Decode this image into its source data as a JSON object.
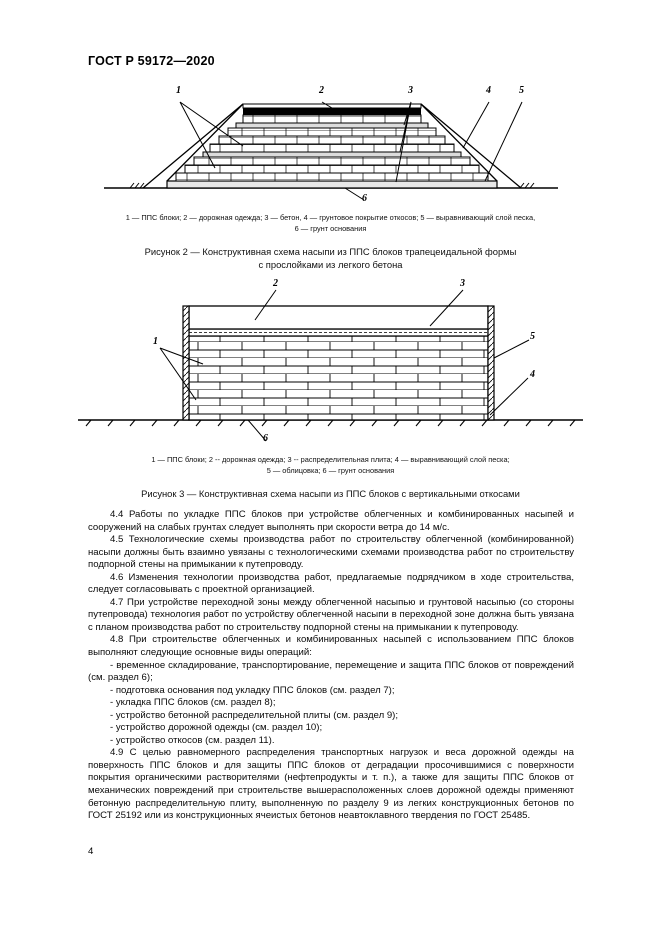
{
  "document": {
    "standard_header": "ГОСТ Р 59172—2020",
    "page_number": "4"
  },
  "figure1": {
    "legend_line1": "1  —  ППС блоки; 2 — дорожная одежда; 3 — бетон, 4 — грунтовое покрытие откосов; 5 —  выравнивающий слой песка,",
    "legend_line2": "6 — грунт основания",
    "caption_line1": "Рисунок 2 — Конструктивная схема насыпи из ППС блоков трапецеидальной формы",
    "caption_line2": "с прослойками из легкого бетона",
    "callouts": [
      "1",
      "2",
      "3",
      "4",
      "5",
      "6"
    ]
  },
  "figure2": {
    "legend_line1": "1  —  ППС блоки; 2 -- дорожная одежда; 3 --  распределительная плита; 4 — выравнивающий слой песка;",
    "legend_line2": "5 — облицовка; 6  — грунт основания",
    "caption_line1": "Рисунок 3 — Конструктивная схема насыпи из ППС блоков с вертикальными откосами",
    "callouts": [
      "1",
      "2",
      "3",
      "4",
      "5",
      "6"
    ]
  },
  "body": {
    "p44": "4.4  Работы по укладке ППС блоков при устройстве облегченных и комбинированных насыпей и сооружений на слабых грунтах следует выполнять при скорости ветра до 14 м/с.",
    "p45": "4.5  Технологические схемы производства работ по строительству облегченной (комбинированной) насыпи должны быть взаимно увязаны с технологическими схемами производства работ по строительству подпорной стены на примыкании к путепроводу.",
    "p46": "4.6  Изменения технологии производства работ, предлагаемые подрядчиком в ходе строительства, следует согласовывать с проектной организацией.",
    "p47": "4.7  При устройстве переходной зоны между облегченной насыпью и грунтовой насыпью (со стороны путепровода) технология работ по устройству облегченной насыпи в переходной зоне должна быть увязана с планом производства работ по строительству подпорной стены на примыкании к путепроводу.",
    "p48": "4.8  При строительстве облегченных и комбинированных насыпей с использованием ППС блоков выполняют следующие основные виды операций:",
    "bullet1": "-  временное складирование, транспортирование, перемещение и защита ППС блоков от повреждений (см. раздел 6);",
    "bullet2": "-  подготовка основания под укладку ППС блоков (см. раздел 7);",
    "bullet3": "-  укладка ППС блоков (см. раздел 8);",
    "bullet4": "-  устройство бетонной распределительной плиты (см. раздел 9);",
    "bullet5": "-  устройство дорожной одежды (см. раздел 10);",
    "bullet6": "-  устройство откосов (см. раздел 11).",
    "p49": "4.9  С целью равномерного распределения транспортных нагрузок и веса дорожной одежды на поверхность ППС блоков и для защиты ППС блоков от деградации просочившимися с поверхности покрытия органическими растворителями (нефтепродукты и т. п.), а также для защиты ППС блоков от механических повреждений при строительстве вышерасположенных слоев дорожной одежды применяют бетонную распределительную плиту, выполненную по разделу 9 из легких конструкционных бетонов по ГОСТ 25192 или из конструкционных ячеистых бетонов неавтоклавного твердения по ГОСТ 25485."
  }
}
